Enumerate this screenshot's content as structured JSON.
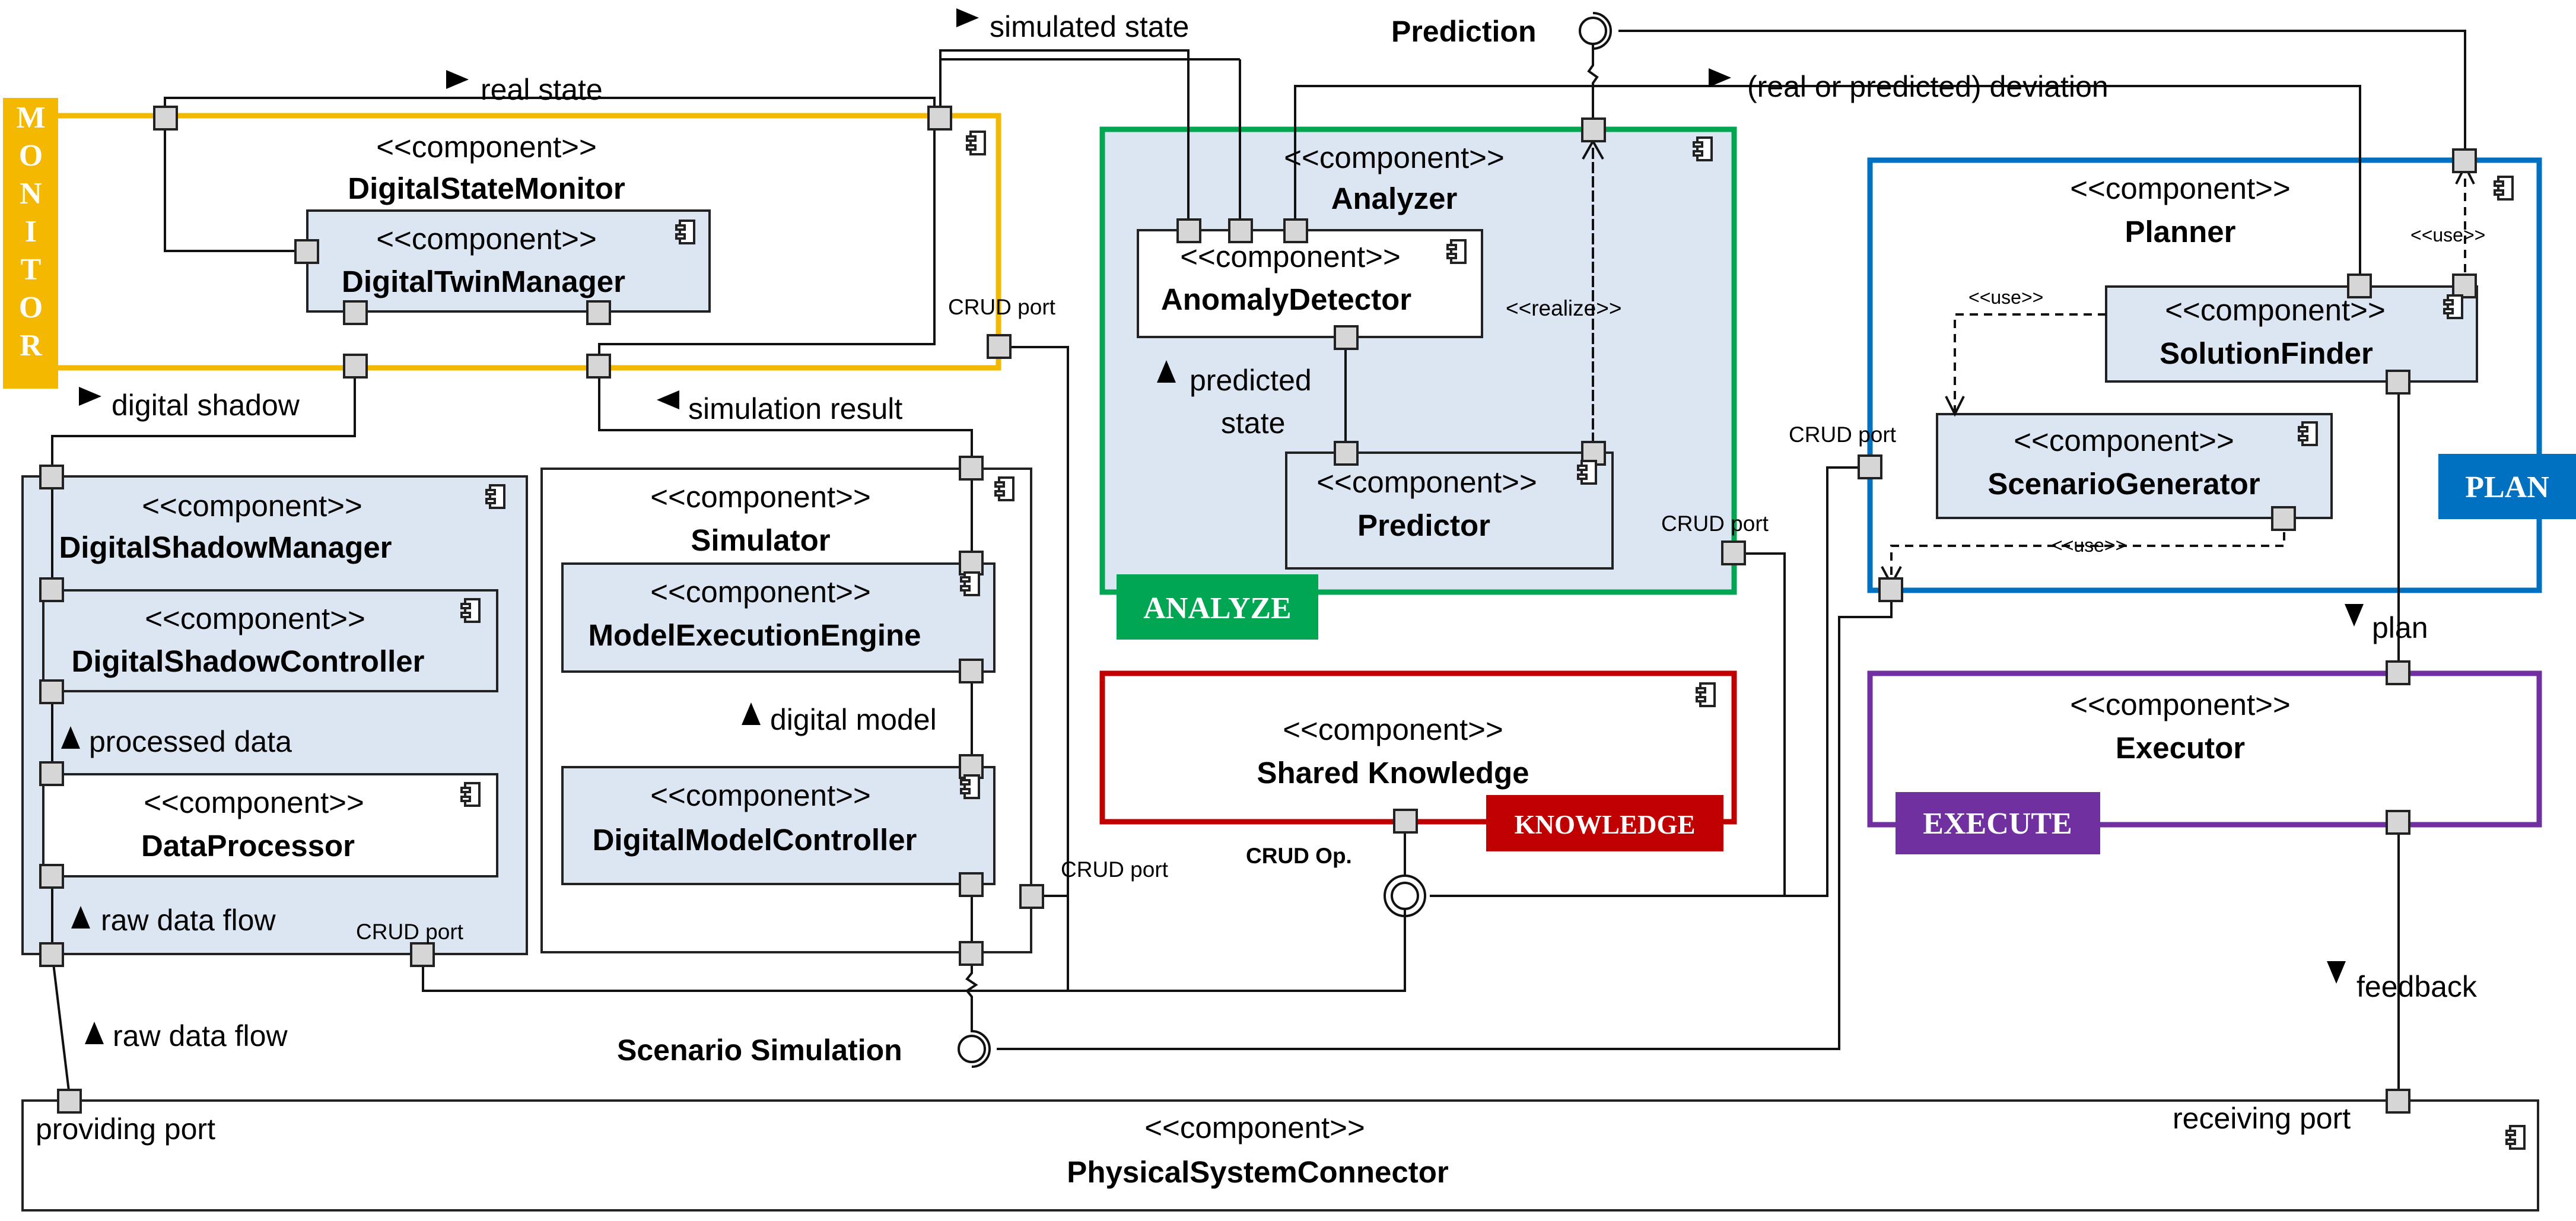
{
  "stereotype": "<<component>>",
  "components": {
    "digital_state_monitor": "DigitalStateMonitor",
    "digital_twin_manager": "DigitalTwinManager",
    "digital_shadow_manager": "DigitalShadowManager",
    "digital_shadow_controller": "DigitalShadowController",
    "data_processor": "DataProcessor",
    "simulator": "Simulator",
    "model_execution_engine": "ModelExecutionEngine",
    "digital_model_controller": "DigitalModelController",
    "analyzer": "Analyzer",
    "anomaly_detector": "AnomalyDetector",
    "predictor": "Predictor",
    "shared_knowledge": "Shared Knowledge",
    "planner": "Planner",
    "solution_finder": "SolutionFinder",
    "scenario_generator": "ScenarioGenerator",
    "executor": "Executor",
    "physical_system_connector": "PhysicalSystemConnector"
  },
  "phases": {
    "monitor": "MONITOR",
    "analyze": "ANALYZE",
    "knowledge": "KNOWLEDGE",
    "plan": "PLAN",
    "execute": "EXECUTE"
  },
  "flows": {
    "real_state": "real state",
    "simulated_state": "simulated state",
    "deviation": "(real or predicted) deviation",
    "digital_shadow": "digital shadow",
    "simulation_result": "simulation result",
    "predicted_state_1": "predicted",
    "predicted_state_2": "state",
    "processed_data": "processed data",
    "digital_model": "digital model",
    "raw_data_flow_inner": "raw data flow",
    "raw_data_flow_outer": "raw data flow",
    "plan": "plan",
    "feedback": "feedback"
  },
  "interfaces": {
    "prediction": "Prediction",
    "scenario_simulation": "Scenario Simulation",
    "crud_op": "CRUD Op."
  },
  "port_labels": {
    "crud_port": "CRUD port",
    "providing_port": "providing port",
    "receiving_port": "receiving port"
  },
  "dependency_labels": {
    "realize": "<<realize>>",
    "use": "<<use>>"
  },
  "colors": {
    "monitor": "#F5B800",
    "analyze": "#00A651",
    "knowledge": "#C00000",
    "plan": "#0070C0",
    "execute": "#7030A0",
    "component_fill": "#DCE6F2"
  }
}
